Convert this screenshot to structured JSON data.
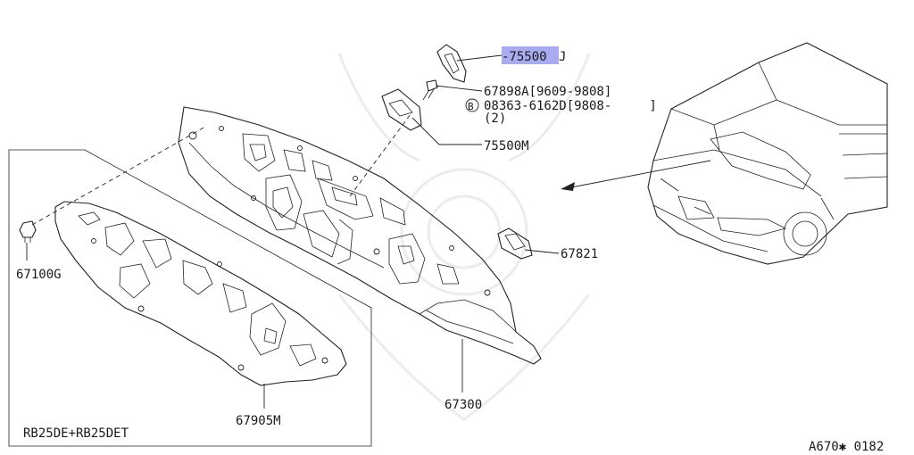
{
  "diagram": {
    "part_numbers": {
      "p75500j_prefix": "-75500",
      "p75500j_suffix": "J",
      "p67898a": "67898A[9609-9808]",
      "bolt_symbol": "B",
      "p08363": "08363-6162D[9808-     ]",
      "p08363_qty": "(2)",
      "p75500m": "75500M",
      "p67821": "67821",
      "p67100g": "67100G",
      "p67300": "67300",
      "p67905m": "67905M"
    },
    "variant_note": "RB25DE+RB25DET",
    "figure_code": "A670✱ 0182",
    "colors": {
      "highlight": "#a9abf0",
      "ink": "#222222",
      "watermark": "#ececec"
    }
  }
}
